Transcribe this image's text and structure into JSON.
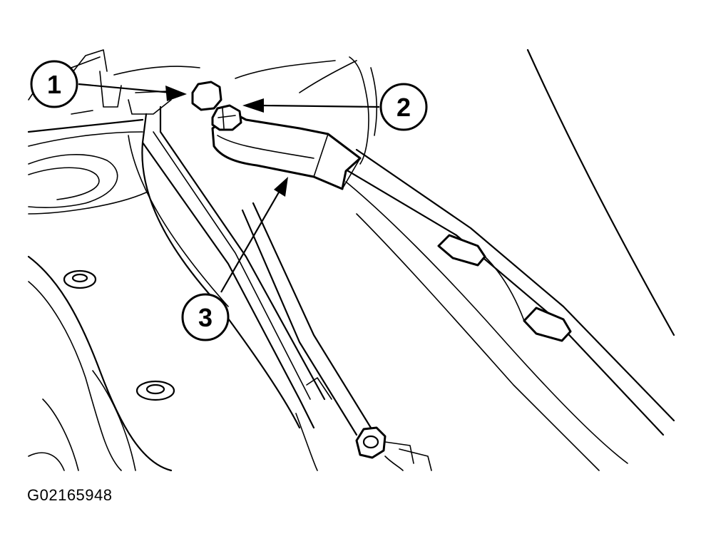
{
  "figure_code": "G02165948",
  "callouts": [
    {
      "id": "1",
      "label": "1"
    },
    {
      "id": "2",
      "label": "2"
    },
    {
      "id": "3",
      "label": "3"
    }
  ]
}
